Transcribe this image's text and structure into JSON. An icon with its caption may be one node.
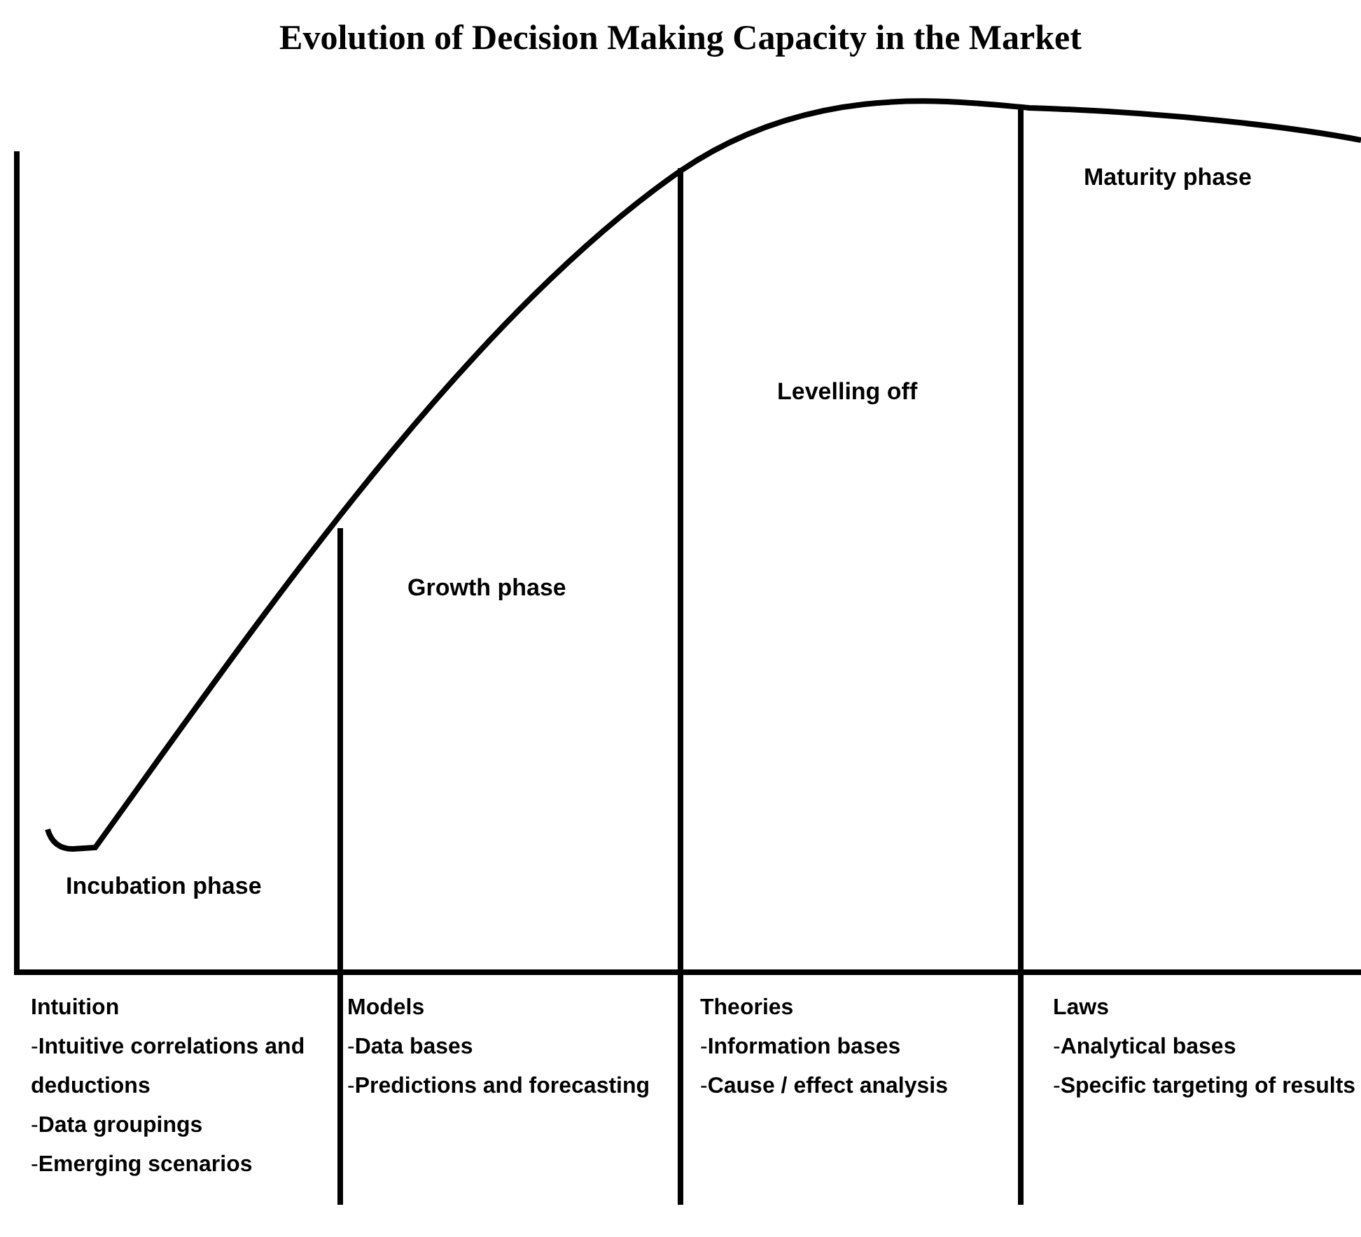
{
  "diagram": {
    "title": "Evolution of Decision Making Capacity in the Market",
    "labels": [
      "Maturity phase",
      "Levelling off",
      "Growth phase",
      "Incubation phase",
      "Intuition",
      "-**Intuitive correlations and deductions**",
      "-**Data groupings**",
      "-**Emerging scenarios**",
      "Models",
      "-**Data bases**",
      "-**Predictions and forecasting**",
      "Theories",
      "-**Information bases**",
      "-**Cause / effect analysis**",
      "Laws",
      "-**Analytical bases**",
      "-**Specific targeting of results**"
    ]
  }
}
